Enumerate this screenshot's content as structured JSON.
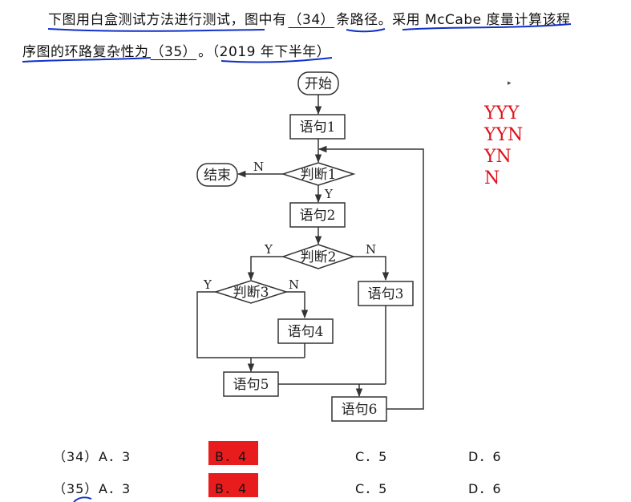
{
  "question": {
    "line1_a": "下图用白盒测试方法进行测试，图中有",
    "blank34": "（34）",
    "line1_b": "条路径。采用 McCabe 度量计算该程",
    "line2_a": "序图的环路复杂性为",
    "blank35": "（35）",
    "line2_b": "。（2019 年下半年）"
  },
  "flowchart": {
    "start": "开始",
    "stmt1": "语句1",
    "decision1": "判断1",
    "end": "结束",
    "stmt2": "语句2",
    "decision2": "判断2",
    "decision3": "判断3",
    "stmt3": "语句3",
    "stmt4": "语句4",
    "stmt5": "语句5",
    "stmt6": "语句6",
    "label_n": "N",
    "label_y": "Y"
  },
  "notes": [
    "YYY",
    "YYN",
    "YN",
    "N"
  ],
  "answers": [
    {
      "num": "（34）",
      "a": "A．3",
      "b": "B．4",
      "c": "C．5",
      "d": "D．6",
      "highlighted": "B"
    },
    {
      "num": "（35）",
      "a": "A．3",
      "b": "B．4",
      "c": "C．5",
      "d": "D．6",
      "highlighted": "B"
    }
  ],
  "colors": {
    "highlight": "#e81c1c",
    "notes": "#e0101a",
    "ink": "#1030c8"
  }
}
